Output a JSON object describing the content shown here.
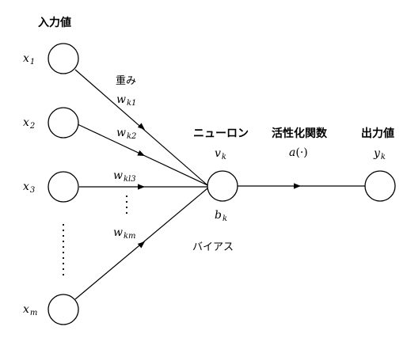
{
  "header": {
    "input_title": "入力値",
    "neuron_title": "ニューロン",
    "activation_title": "活性化関数",
    "output_title": "出力値",
    "weight_title": "重み",
    "bias_title": "バイアス"
  },
  "inputs": [
    {
      "var": "x",
      "sub": "1"
    },
    {
      "var": "x",
      "sub": "2"
    },
    {
      "var": "x",
      "sub": "3"
    },
    {
      "var": "x",
      "sub": "m"
    }
  ],
  "weights": [
    {
      "var": "w",
      "sub": "k1"
    },
    {
      "var": "w",
      "sub": "k2"
    },
    {
      "var": "w",
      "sub": "kl3"
    },
    {
      "var": "w",
      "sub": "km"
    }
  ],
  "neuron": {
    "var": "v",
    "sub": "k"
  },
  "bias": {
    "var": "b",
    "sub": "k"
  },
  "activation": {
    "func": "a",
    "arg": "(·)"
  },
  "output": {
    "var": "y",
    "sub": "k"
  }
}
